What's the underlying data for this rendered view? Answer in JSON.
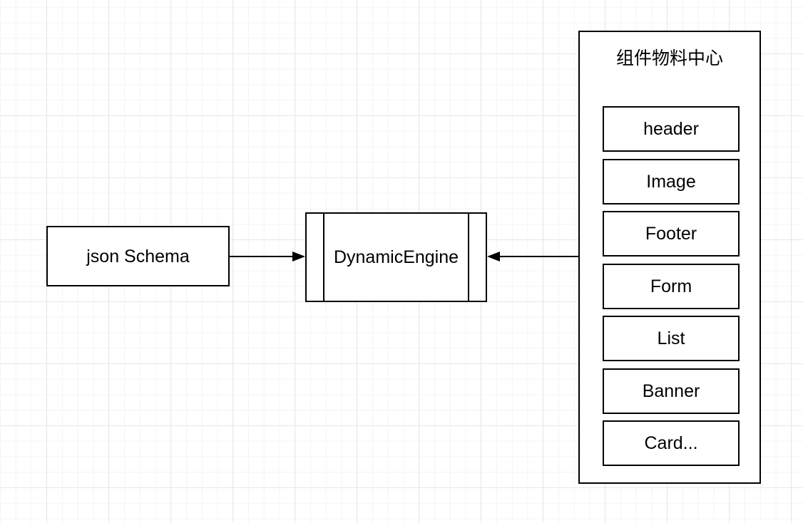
{
  "diagram": {
    "nodes": {
      "json_schema": {
        "label": "json Schema"
      },
      "dynamic_engine": {
        "label": "DynamicEngine",
        "shape": "process"
      },
      "component_center": {
        "title": "组件物料中心",
        "items": [
          "header",
          "Image",
          "Footer",
          "Form",
          "List",
          "Banner",
          "Card..."
        ]
      }
    },
    "edges": [
      {
        "from": "json_schema",
        "to": "dynamic_engine",
        "arrow": "right"
      },
      {
        "from": "component_center",
        "to": "dynamic_engine",
        "arrow": "left"
      }
    ],
    "colors": {
      "stroke": "#000000",
      "node_fill": "#ffffff",
      "grid_minor": "#f4f4f4",
      "grid_major": "#e7e7e7",
      "background": "#ffffff"
    }
  }
}
